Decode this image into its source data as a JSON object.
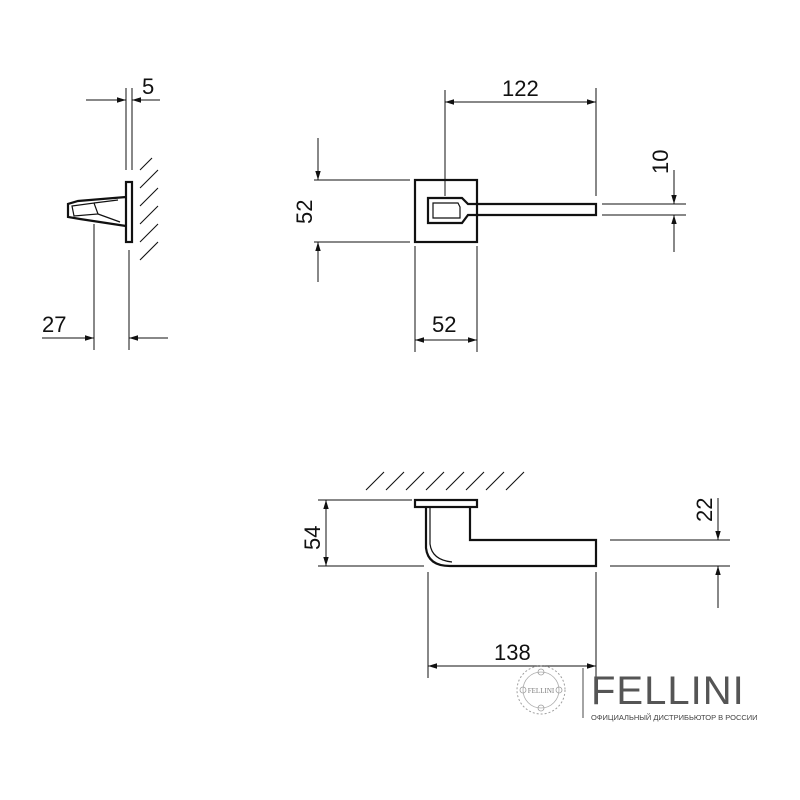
{
  "dimensions": {
    "side_thickness": "5",
    "side_depth": "27",
    "lever_length": "122",
    "rose_height": "52",
    "rose_width": "52",
    "lever_thickness": "10",
    "projection": "54",
    "grip_height": "22",
    "overall_length": "138"
  },
  "brand": {
    "name": "FELLINI",
    "tagline": "ОФИЦИАЛЬНЫЙ ДИСТРИБЬЮТОР В РОССИИ",
    "seal_text": "FELLINI"
  },
  "colors": {
    "line": "#111111",
    "brand": "#555555"
  }
}
